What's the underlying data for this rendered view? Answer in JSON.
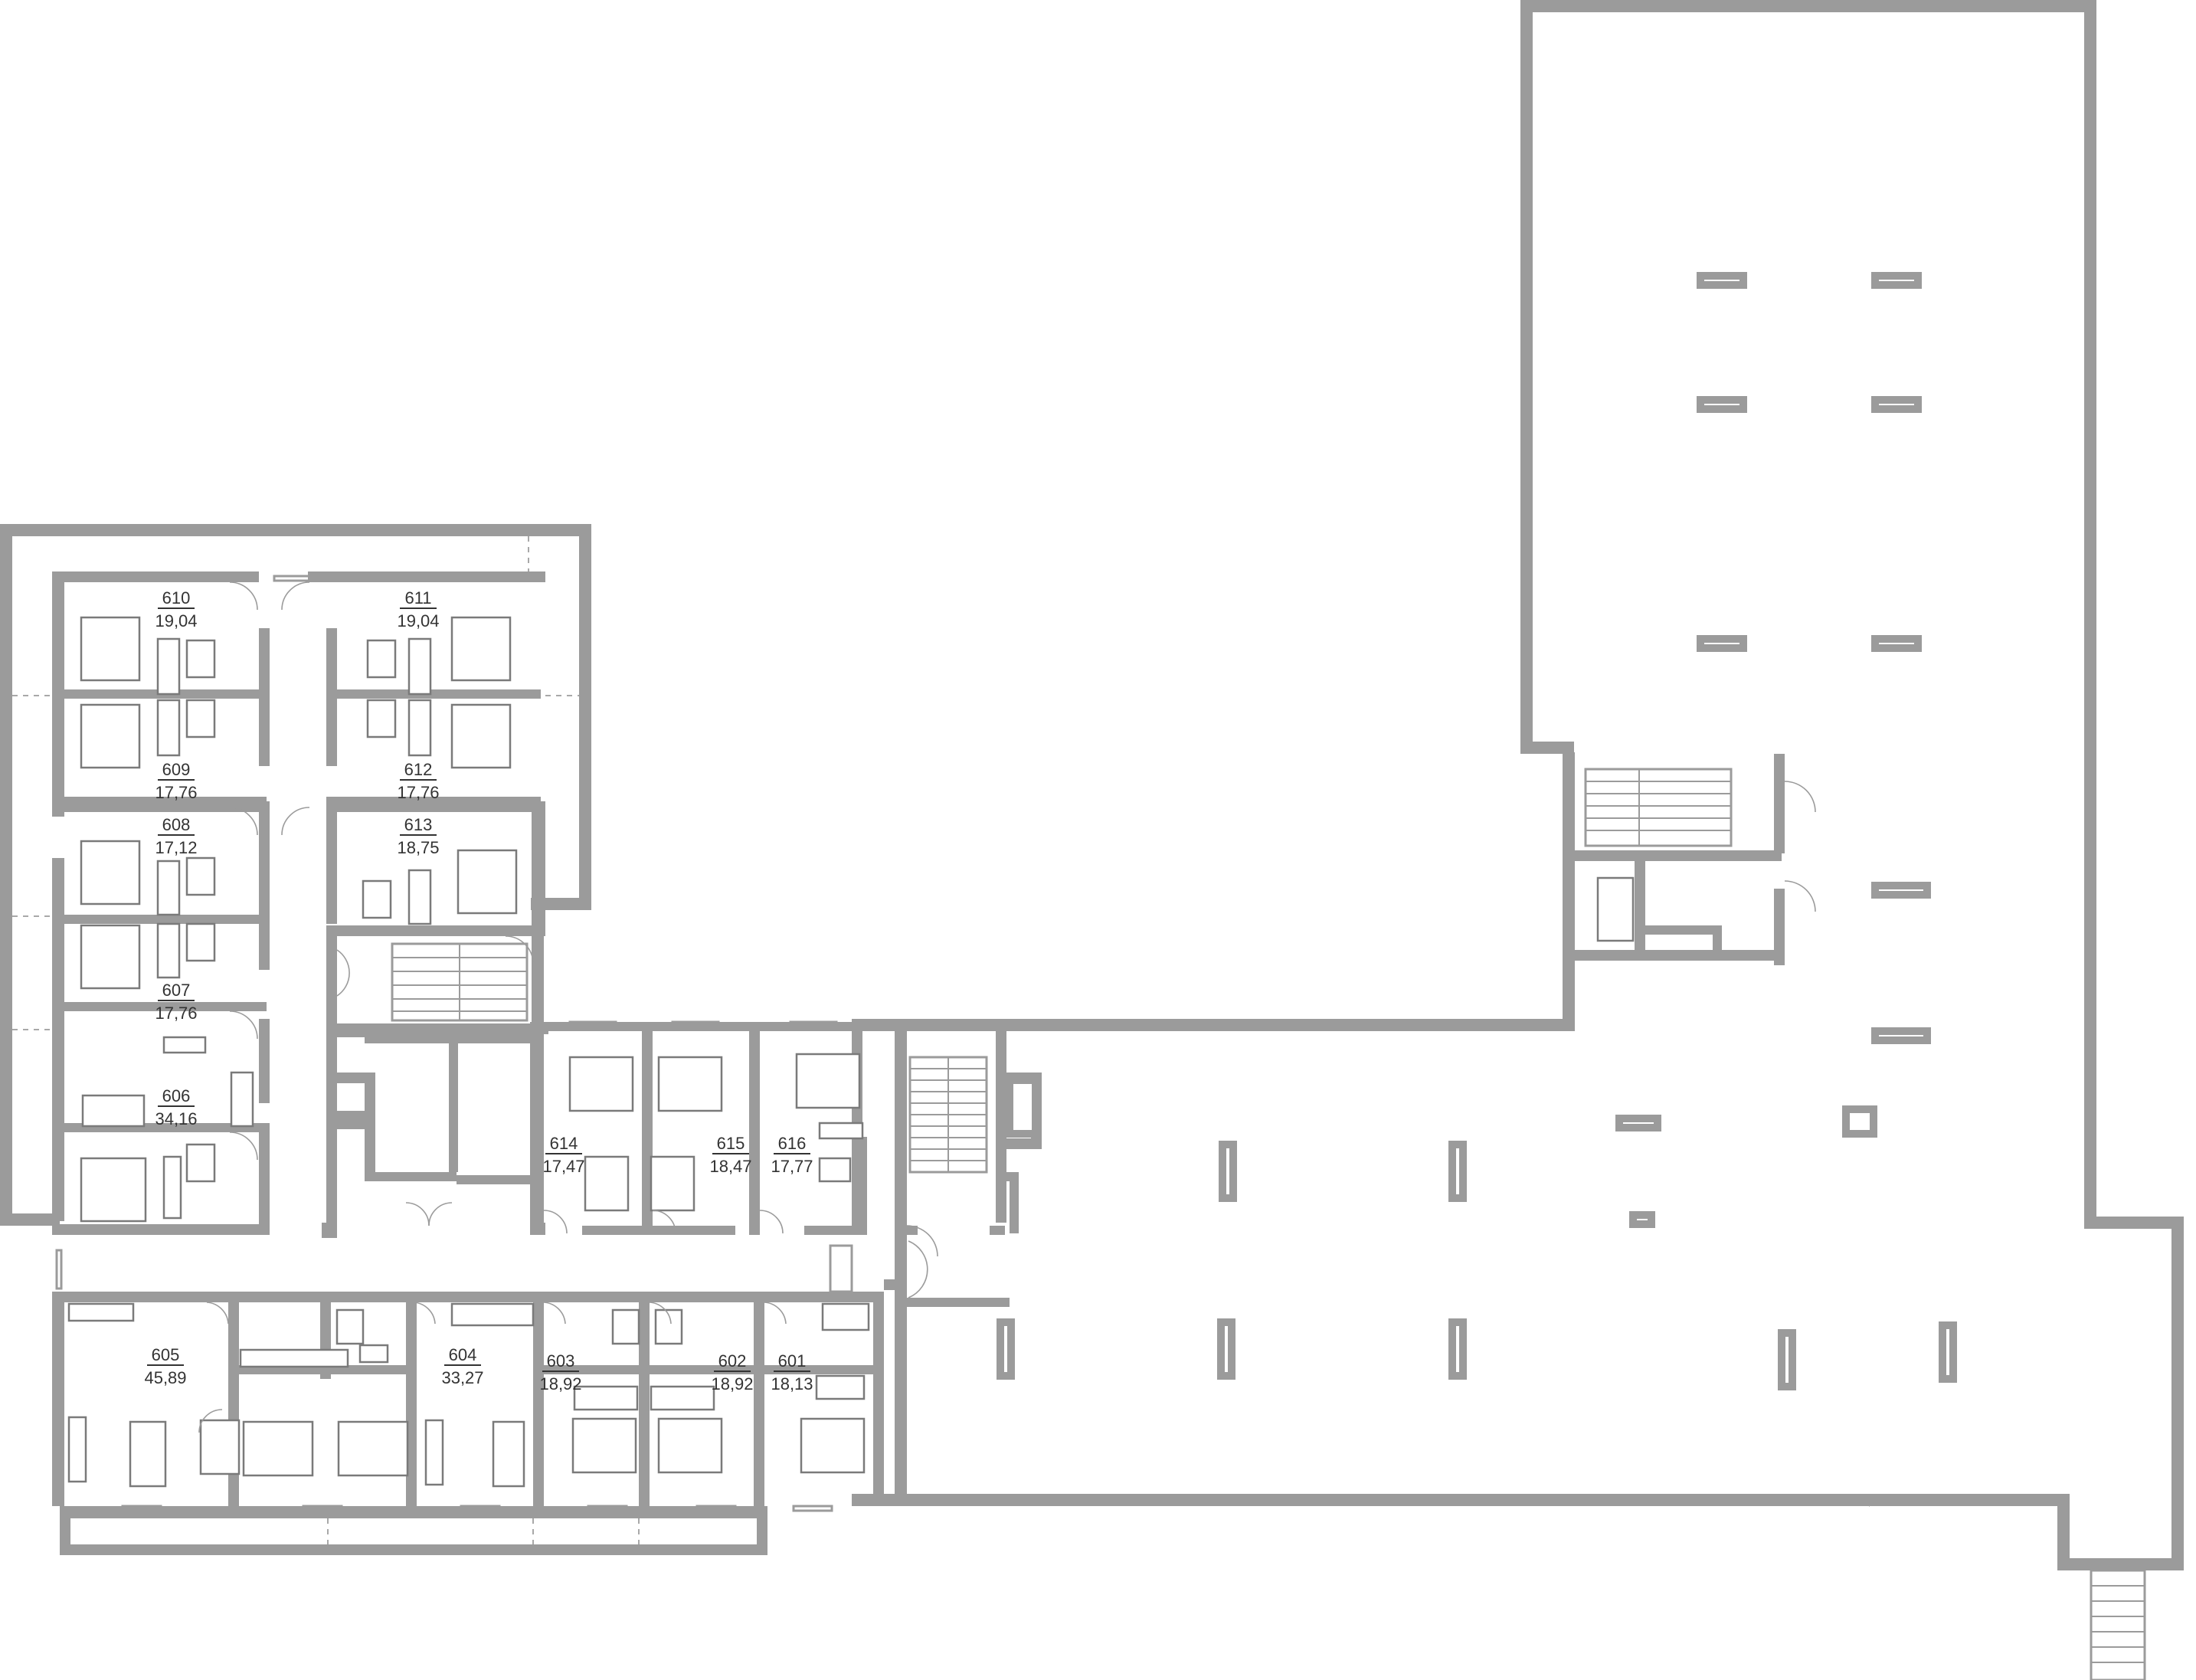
{
  "plan": {
    "rooms": [
      {
        "number": "610",
        "area": "19,04"
      },
      {
        "number": "611",
        "area": "19,04"
      },
      {
        "number": "609",
        "area": "17,76"
      },
      {
        "number": "612",
        "area": "17,76"
      },
      {
        "number": "608",
        "area": "17,12"
      },
      {
        "number": "613",
        "area": "18,75"
      },
      {
        "number": "607",
        "area": "17,76"
      },
      {
        "number": "606",
        "area": "34,16"
      },
      {
        "number": "614",
        "area": "17,47"
      },
      {
        "number": "615",
        "area": "18,47"
      },
      {
        "number": "616",
        "area": "17,77"
      },
      {
        "number": "605",
        "area": "45,89"
      },
      {
        "number": "604",
        "area": "33,27"
      },
      {
        "number": "603",
        "area": "18,92"
      },
      {
        "number": "602",
        "area": "18,92"
      },
      {
        "number": "601",
        "area": "18,13"
      }
    ]
  },
  "colors": {
    "wall": "#9b9b9b",
    "text": "#333333",
    "background": "#ffffff"
  }
}
